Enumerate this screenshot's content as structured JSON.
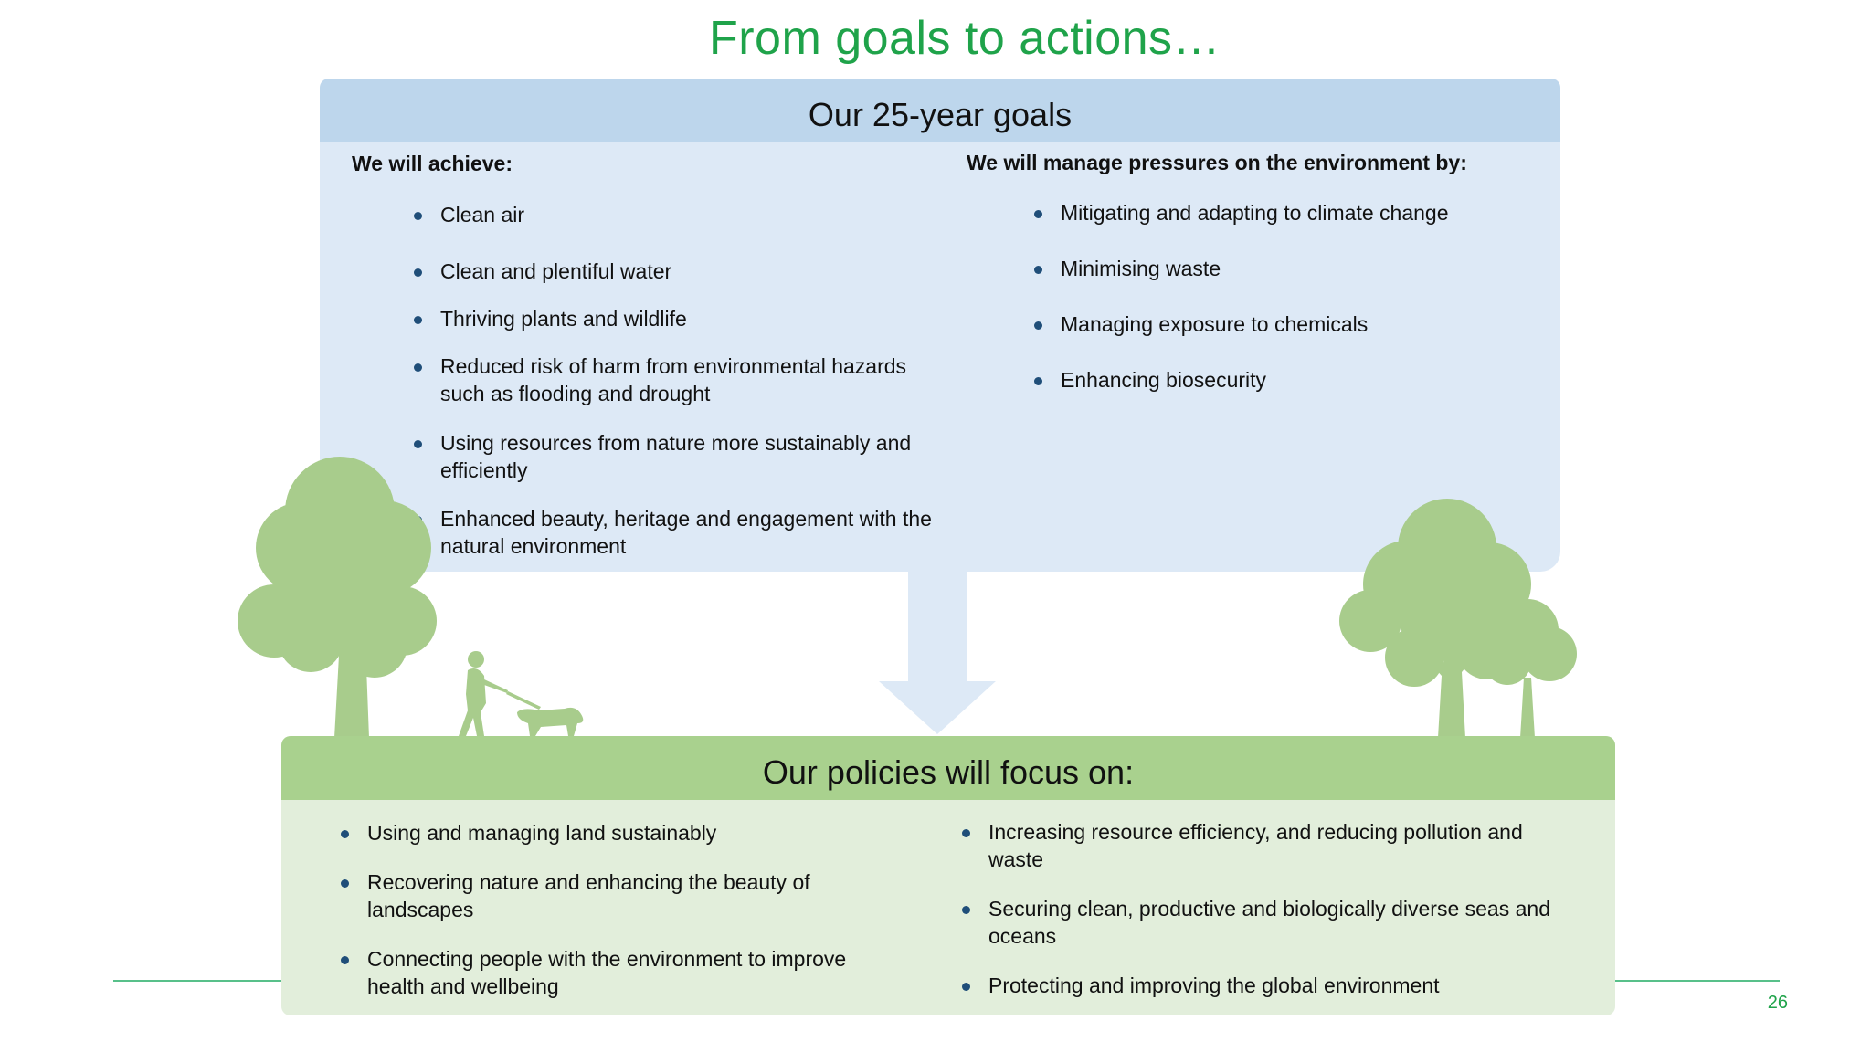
{
  "title": "From goals to actions…",
  "goals": {
    "header": "Our 25-year goals",
    "achieve_heading": "We will achieve:",
    "achieve_items": [
      [
        "Clean air"
      ],
      [
        "Clean and plentiful water"
      ],
      [
        "Thriving plants and wildlife"
      ],
      [
        "Reduced risk of harm from environmental hazards",
        "such as flooding and drought"
      ],
      [
        "Using resources from nature more sustainably and",
        "efficiently"
      ],
      [
        "Enhanced beauty, heritage and engagement with the",
        "natural environment"
      ]
    ],
    "pressures_heading": "We will manage pressures on the environment by:",
    "pressures_items": [
      "Mitigating and adapting to climate change",
      "Minimising waste",
      "Managing exposure to chemicals",
      "Enhancing biosecurity"
    ]
  },
  "policies": {
    "header": "Our policies will focus on:",
    "left_items": [
      [
        "Using and managing land sustainably"
      ],
      [
        "Recovering nature and enhancing the beauty of",
        "landscapes"
      ],
      [
        "Connecting people with the environment to improve",
        "health and wellbeing"
      ]
    ],
    "right_items": [
      [
        "Increasing resource efficiency, and reducing pollution and",
        "waste"
      ],
      [
        "Securing clean, productive and biologically diverse seas and",
        "oceans"
      ],
      [
        "Protecting and improving the global environment"
      ]
    ]
  },
  "page_number": "26",
  "colors": {
    "title_green": "#1fa34a",
    "goals_header": "#bdd6ec",
    "goals_body": "#dde9f6",
    "policies_header": "#a9d18e",
    "policies_body": "#e2eedb",
    "silhouette_green": "#a8cc8c",
    "bullet": "#1f4e79"
  },
  "icons": [
    "tree-left-icon",
    "person-walking-dog-icon",
    "tree-right-icon",
    "down-arrow-icon"
  ]
}
